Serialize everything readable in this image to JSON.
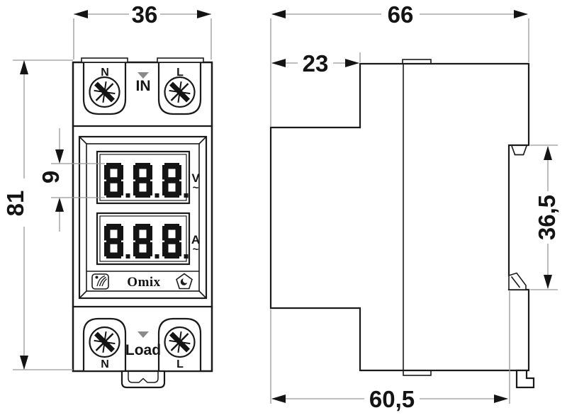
{
  "drawing": {
    "front_view": {
      "dim_width": "36",
      "dim_height": "81",
      "dim_digit_height": "9",
      "input_group": {
        "left_terminal": "N",
        "right_terminal": "L",
        "label": "IN"
      },
      "output_group": {
        "left_terminal": "N",
        "right_terminal": "L",
        "label": "Load"
      },
      "voltage_display": {
        "value": "888",
        "unit": "V",
        "ac_symbol": "~"
      },
      "current_display": {
        "value": "888",
        "unit": "A",
        "ac_symbol": "~"
      },
      "brand": "Omix"
    },
    "side_view": {
      "dim_depth_total": "66",
      "dim_depth_front": "23",
      "dim_rail_span": "36,5",
      "dim_depth_body": "60,5"
    },
    "colors": {
      "outline": "#1a1a1a",
      "dimension_lines": "#999999",
      "direction_marker": "#8a8a8a"
    }
  }
}
